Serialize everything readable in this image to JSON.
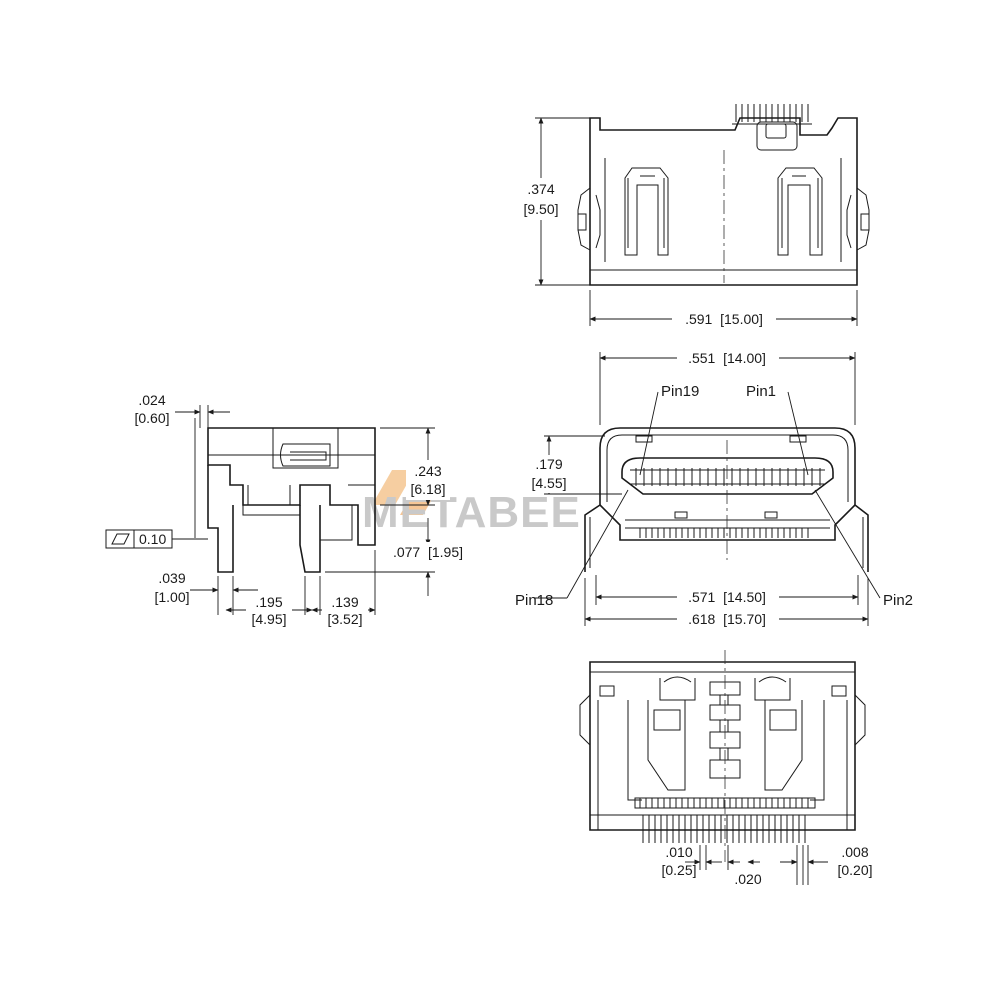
{
  "watermark": {
    "text": "METABEE",
    "accent_color": "#f0a050"
  },
  "top_view": {
    "height_in": ".374",
    "height_mm": "[9.50]",
    "width_label": ".591  [15.00]"
  },
  "front_view": {
    "top_width_label": ".551  [14.00]",
    "pin19": "Pin19",
    "pin1": "Pin1",
    "pin18": "Pin18",
    "pin2": "Pin2",
    "opening_h_in": ".179",
    "opening_h_mm": "[4.55]",
    "inner_width_label": ".571  [14.50]",
    "outer_width_label": ".618  [15.70]"
  },
  "side_view": {
    "top_tab_in": ".024",
    "top_tab_mm": "[0.60]",
    "height_in": ".243",
    "height_mm": "[6.18]",
    "flatness_value": "0.10",
    "foot_in": ".039",
    "foot_mm": "[1.00]",
    "pitch_in": ".195",
    "pitch_mm": "[4.95]",
    "offset_in": ".139",
    "offset_mm": "[3.52]",
    "standoff_label": ".077  [1.95]"
  },
  "bottom_view": {
    "pin_width_in": ".010",
    "pin_width_mm": "[0.25]",
    "pitch_label": ".020",
    "gap_in": ".008",
    "gap_mm": "[0.20]"
  }
}
